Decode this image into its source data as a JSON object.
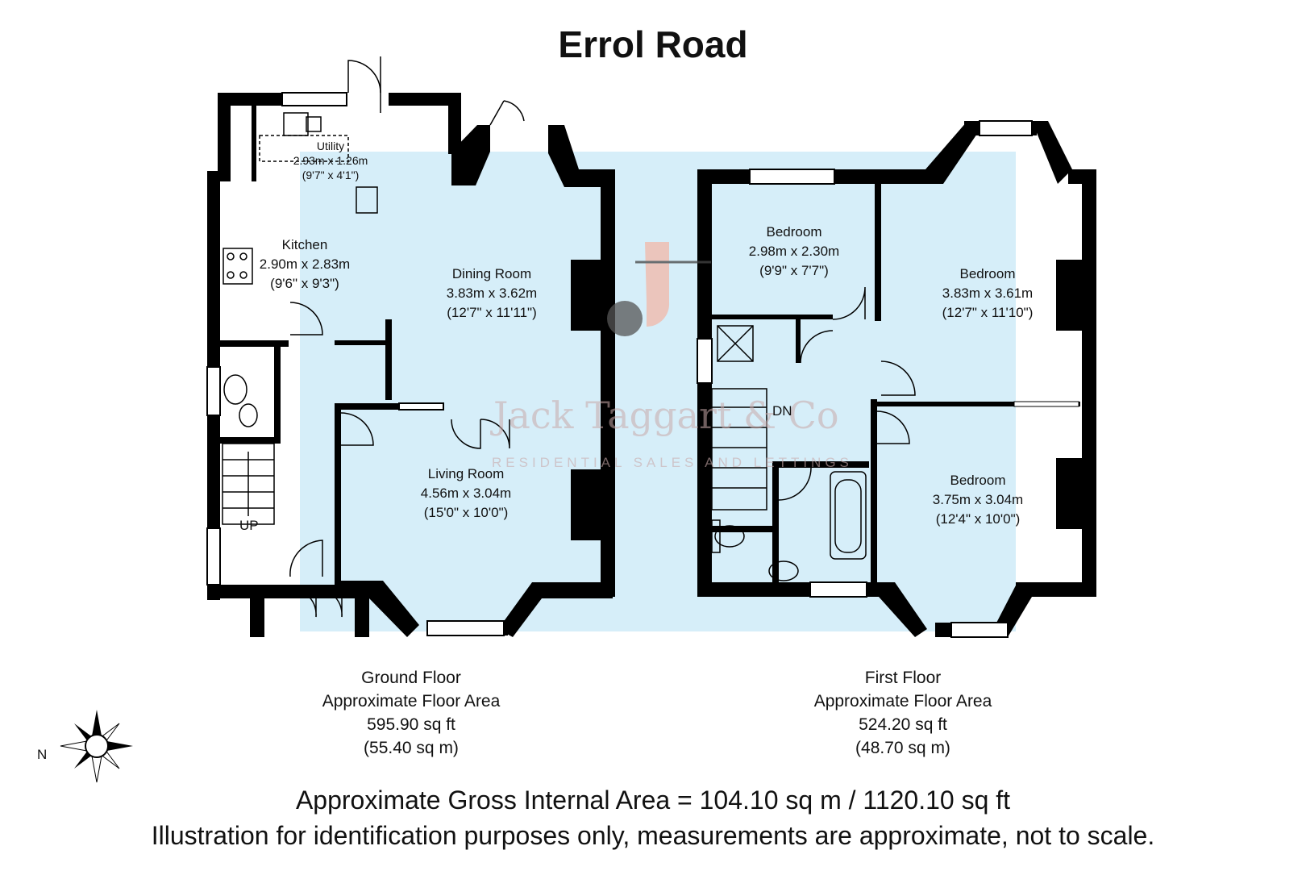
{
  "title": "Errol Road",
  "rooms": {
    "utility": {
      "name": "Utility",
      "metric": "2.93m x 1.26m",
      "imperial": "(9'7\" x 4'1\")"
    },
    "kitchen": {
      "name": "Kitchen",
      "metric": "2.90m x 2.83m",
      "imperial": "(9'6\" x 9'3\")"
    },
    "dining": {
      "name": "Dining Room",
      "metric": "3.83m x 3.62m",
      "imperial": "(12'7\" x 11'11\")"
    },
    "living": {
      "name": "Living Room",
      "metric": "4.56m x 3.04m",
      "imperial": "(15'0\" x 10'0\")"
    },
    "bedroom_small": {
      "name": "Bedroom",
      "metric": "2.98m x 2.30m",
      "imperial": "(9'9\" x 7'7\")"
    },
    "bedroom_front": {
      "name": "Bedroom",
      "metric": "3.83m x 3.61m",
      "imperial": "(12'7\" x 11'10\")"
    },
    "bedroom_rear": {
      "name": "Bedroom",
      "metric": "3.75m x 3.04m",
      "imperial": "(12'4\" x 10'0\")"
    }
  },
  "stairs": {
    "up": "UP",
    "down": "DN"
  },
  "ground_floor": {
    "name": "Ground Floor",
    "label": "Approximate Floor Area",
    "sqft": "595.90 sq ft",
    "sqm": "(55.40 sq m)"
  },
  "first_floor": {
    "name": "First Floor",
    "label": "Approximate Floor Area",
    "sqft": "524.20 sq ft",
    "sqm": "(48.70 sq m)"
  },
  "compass": {
    "north": "N"
  },
  "watermark": {
    "name": "Jack Taggart & Co",
    "tagline": "RESIDENTIAL SALES AND LETTINGS"
  },
  "footer": {
    "gross_area": "Approximate Gross Internal Area = 104.10 sq m / 1120.10 sq ft",
    "disclaimer": "Illustration for identification purposes only, measurements are approximate, not to scale."
  },
  "colors": {
    "wall": "#000000",
    "floor_tint": "#d6eef9",
    "watermark": "#f2b8a8"
  }
}
